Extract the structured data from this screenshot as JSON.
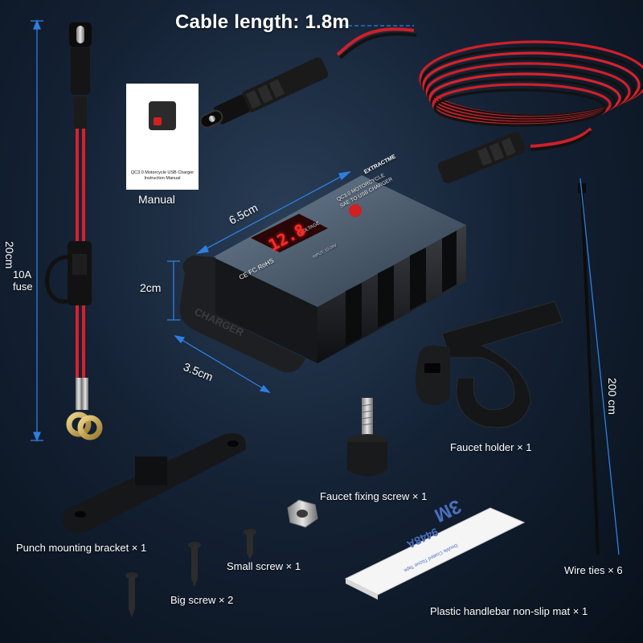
{
  "labels": {
    "cable_length": "Cable length: 1.8m",
    "manual": "Manual",
    "manual_title": "QC3.0 Motorcycle USB Charger Instruction Manual",
    "fuse": "10A\nfuse",
    "len_20cm": "20cm",
    "len_200cm": "200 cm",
    "width": "6.5cm",
    "height": "2cm",
    "depth": "3.5cm",
    "faucet_holder": "Faucet holder × 1",
    "faucet_screw": "Faucet fixing screw × 1",
    "punch_bracket": "Punch mounting bracket × 1",
    "small_screw": "Small screw   × 1",
    "big_screw": "Big screw × 2",
    "wire_ties": "Wire ties × 6",
    "mat": "Plastic handlebar non-slip mat × 1"
  },
  "device": {
    "brand": "EXTRACTME",
    "line1": "QC3.0 MOTORCYCLE",
    "line2": "SAE TO USB CHARGER",
    "voltage_label": "VOLTAGE",
    "display": "12.8",
    "spec": "INPUT: 12-24V",
    "cert": "CE FC RoHS",
    "end_cap": "CHARGER"
  },
  "mat_print": {
    "brand": "3M",
    "code": "9448A",
    "desc": "Double Coated Tissue Tape"
  },
  "colors": {
    "accent_blue": "#2f7fe0",
    "wire_red": "#d8202a",
    "wire_black": "#111111",
    "display_red": "#ff2a2a"
  }
}
